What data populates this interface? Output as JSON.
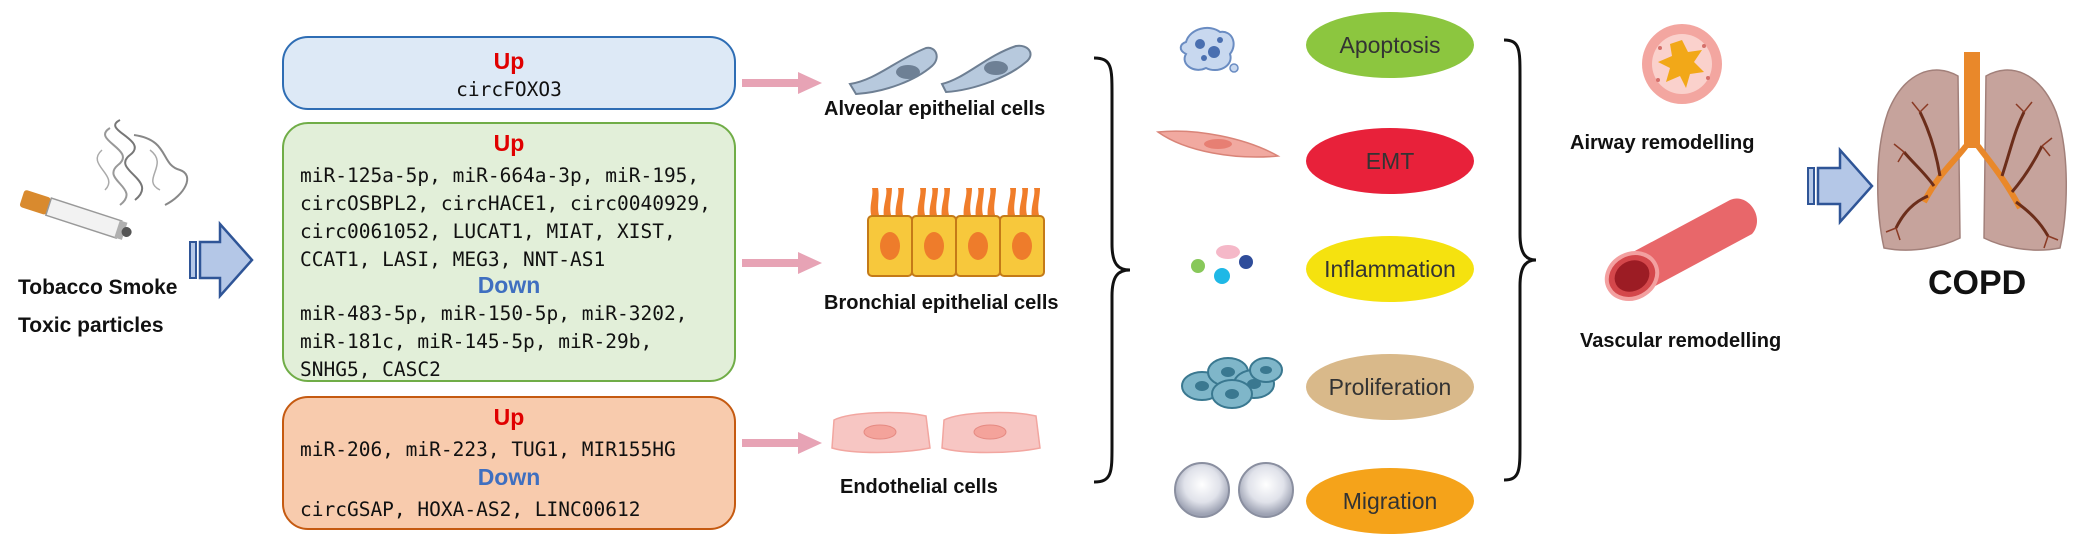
{
  "source": {
    "line1": "Tobacco Smoke",
    "line2": "Toxic particles"
  },
  "boxes": {
    "alveolar": {
      "up_label": "Up",
      "up_items": [
        "circFOXO3"
      ],
      "color_fill": "#dde9f6",
      "color_border": "#2e6db4"
    },
    "bronchial": {
      "up_label": "Up",
      "up_items": [
        "miR-125a-5p, miR-664a-3p, miR-195,",
        "circOSBPL2, circHACE1, circ0040929,",
        "circ0061052, LUCAT1, MIAT, XIST,",
        "CCAT1, LASI, MEG3, NNT-AS1"
      ],
      "down_label": "Down",
      "down_items": [
        "miR-483-5p, miR-150-5p, miR-3202,",
        "miR-181c, miR-145-5p, miR-29b,",
        "SNHG5, CASC2"
      ],
      "color_fill": "#e2efd9",
      "color_border": "#70ad47"
    },
    "endothelial": {
      "up_label": "Up",
      "up_items": [
        "miR-206, miR-223, TUG1, MIR155HG"
      ],
      "down_label": "Down",
      "down_items": [
        "circGSAP, HOXA-AS2, LINC00612"
      ],
      "color_fill": "#f8cbad",
      "color_border": "#c55a11"
    }
  },
  "cells": {
    "alveolar": "Alveolar epithelial cells",
    "bronchial": "Bronchial epithelial cells",
    "endothelial": "Endothelial cells"
  },
  "processes": [
    {
      "label": "Apoptosis",
      "color": "#8cc63f",
      "icon": "apoptotic-cell-icon"
    },
    {
      "label": "EMT",
      "color": "#e8213a",
      "icon": "spindle-cell-icon"
    },
    {
      "label": "Inflammation",
      "color": "#f5e20f",
      "icon": "inflammatory-cells-icon"
    },
    {
      "label": "Proliferation",
      "color": "#d9b98a",
      "icon": "cell-cluster-icon"
    },
    {
      "label": "Migration",
      "color": "#f5a31a",
      "icon": "migrating-cells-icon"
    }
  ],
  "outcomes": {
    "airway": "Airway remodelling",
    "vascular": "Vascular remodelling",
    "disease": "COPD"
  },
  "colors": {
    "arrow_pink": "#e7a3b5",
    "block_arrow_fill": "#b4c7e7",
    "block_arrow_border": "#2f5597"
  }
}
